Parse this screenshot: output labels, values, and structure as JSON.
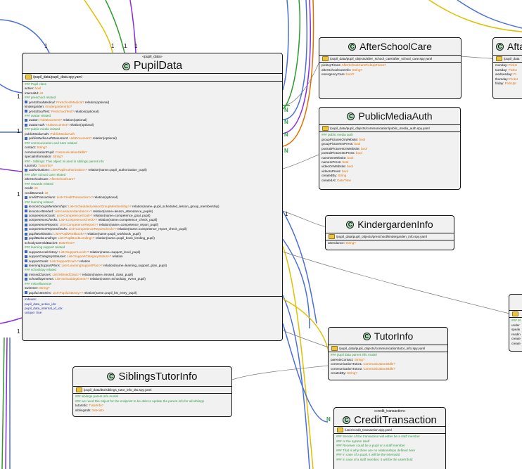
{
  "pupil_data": {
    "stereotype": "«pupil_data»",
    "name": "PupilData",
    "path": "/pupil_data/pupil_data.spy.yaml",
    "lines": [
      {
        "t": "c",
        "text": "### Pupil class"
      },
      {
        "t": "f",
        "name": "active:",
        "type": " bool"
      },
      {
        "t": "f",
        "name": "internalId:",
        "type": " int"
      },
      {
        "t": "c",
        "text": "### preschool related"
      },
      {
        "t": "r",
        "name": "preSchoolMedical:",
        "type": " PreSchoolMedical?",
        "rest": " relation(optional)"
      },
      {
        "t": "f",
        "name": "kindergarden:",
        "type": " KindergardenInfo?"
      },
      {
        "t": "r",
        "name": "preSchoolTest:",
        "type": " PreSchoolTest?",
        "rest": " relation(optional)"
      },
      {
        "t": "c",
        "text": "### avatar related"
      },
      {
        "t": "r",
        "name": "avatar:",
        "type": " HubDocument?",
        "rest": " relation(optional)"
      },
      {
        "t": "r",
        "name": "avatarAuth:",
        "type": " HubDocument?",
        "rest": " relation(optional)"
      },
      {
        "t": "c",
        "text": "### public media related"
      },
      {
        "t": "f",
        "name": "publicMediaAuth:",
        "type": " PublicMediaAuth"
      },
      {
        "t": "r",
        "name": "publicMediaAuthDocument:",
        "type": " HubDocument?",
        "rest": " relation(optional)"
      },
      {
        "t": "c",
        "text": "### communication and tutor related"
      },
      {
        "t": "f",
        "name": "contact:",
        "type": " String?"
      },
      {
        "t": "f",
        "name": "communicationPupil:",
        "type": " CommunicationSkills?"
      },
      {
        "t": "f",
        "name": "specialInformation:",
        "type": " String?"
      },
      {
        "t": "c",
        "text": "### - Siblings: This object is used in siblings parent info"
      },
      {
        "t": "f",
        "name": "tutorInfo:",
        "type": " TutorInfo?"
      },
      {
        "t": "r",
        "name": "authorizations:",
        "type": " List<PupilAuthorization>?",
        "rest": " relation(name=pupil_authorization_pupil)"
      },
      {
        "t": "c",
        "text": "### after school care related"
      },
      {
        "t": "f",
        "name": "afterSchoolCare:",
        "type": " AfterSchoolCare?"
      },
      {
        "t": "c",
        "text": "### rewards related"
      },
      {
        "t": "f",
        "name": "credit:",
        "type": " int"
      },
      {
        "t": "f",
        "name": "creditEarned:",
        "type": " int"
      },
      {
        "t": "r",
        "name": "creditTransactions:",
        "type": " List<CreditTransaction>?",
        "rest": " relation(optional)"
      },
      {
        "t": "c",
        "text": "### learning related"
      },
      {
        "t": "r",
        "name": "lessonGroupMemberships:",
        "type": " List<ScheduledLessonGroupMembership>?",
        "rest": " relation(name=pupil_scheduled_lesson_group_membership)"
      },
      {
        "t": "r",
        "name": "lessonsAttended:",
        "type": " List<LessonAttendance>?",
        "rest": " relation(name=lesson_attendance_pupils)"
      },
      {
        "t": "r",
        "name": "competenceGoals:",
        "type": " List<CompetenceGoal>?",
        "rest": " relation(name=competence_goal_pupil)"
      },
      {
        "t": "r",
        "name": "competenceChecks:",
        "type": " List<CompetenceCheck>?",
        "rest": " relation(name=competence_check_pupil)"
      },
      {
        "t": "r",
        "name": "competenceReports:",
        "type": " List<CompetenceReport>?",
        "rest": " relation(name=competence_report_pupil)"
      },
      {
        "t": "r",
        "name": "competenceReportChecks:",
        "type": " List<CompetenceReportCheck>?",
        "rest": " relation(name=competence_report_check_pupil)"
      },
      {
        "t": "r",
        "name": "pupilWorkbooks:",
        "type": " List<PupilWorkbook>?",
        "rest": " relation(name=pupil_workbook_pupil)"
      },
      {
        "t": "r",
        "name": "pupilBookLendings:",
        "type": " List<PupilBookLending>?",
        "rest": " relation(name=pupil_book_lending_pupil)"
      },
      {
        "t": "f",
        "name": "schoolyearHeldBackAt:",
        "type": " DateTime?"
      },
      {
        "t": "c",
        "text": "### learning support related"
      },
      {
        "t": "r",
        "name": "supportLevelHistory:",
        "type": " List<SupportLevel>?",
        "rest": " relation(name=support_level_pupil)"
      },
      {
        "t": "r",
        "name": "supportCategoryStatuses:",
        "type": " List<SupportCategoryStatus>?",
        "rest": " relation"
      },
      {
        "t": "r",
        "name": "supportGoals:",
        "type": " List<SupportGoal>?",
        "rest": " relation"
      },
      {
        "t": "r",
        "name": "learningSupportPlans:",
        "type": " List<LearningSupportPlan>?",
        "rest": " relation(name=learning_support_plan_pupil)"
      },
      {
        "t": "c",
        "text": "### schoolday related"
      },
      {
        "t": "r",
        "name": "missedClasses:",
        "type": " List<MissedClass>?",
        "rest": " relation(name=missed_class_pupil)"
      },
      {
        "t": "r",
        "name": "schooldayEvents:",
        "type": " List<SchooldayEvent>?",
        "rest": " relation(name=schoolday_event_pupil)"
      },
      {
        "t": "c",
        "text": "### miscellaneous"
      },
      {
        "t": "f",
        "name": "swimmer:",
        "type": " String?"
      },
      {
        "t": "r",
        "name": "pupilListEntries:",
        "type": " List<PupilListEntry>?",
        "rest": " relation(name=pupil_list_entry_pupil)"
      }
    ],
    "indexes": [
      "indexes:",
      "pupil_data_active_idx:",
      "pupil_data_internal_id_idx:",
      "unique: true"
    ]
  },
  "after_school_care": {
    "name": "AfterSchoolCare",
    "path": "/pupil_data/pupil_objects/after_school_care/after_school_care.spy.yaml",
    "lines": [
      {
        "t": "f",
        "name": "pickUpTimes:",
        "type": " AfterSchoolCarePickUpTimes?"
      },
      {
        "t": "f",
        "name": "afterSchoolCareInfo:",
        "type": " String?"
      },
      {
        "t": "f",
        "name": "emergencyCare:",
        "type": " bool?"
      }
    ]
  },
  "public_media_auth": {
    "name": "PublicMediaAuth",
    "path": "/pupil_data/pupil_objects/communication/public_media_auth.spy.yaml",
    "lines": [
      {
        "t": "c",
        "text": "### public media auth"
      },
      {
        "t": "f",
        "name": "groupPicturesOnWebsite:",
        "type": " bool"
      },
      {
        "t": "f",
        "name": "groupPicturesInPress:",
        "type": " bool"
      },
      {
        "t": "f",
        "name": "portraitPicturesOnWebsite:",
        "type": " bool"
      },
      {
        "t": "f",
        "name": "portraitPicturesInPress:",
        "type": " bool"
      },
      {
        "t": "f",
        "name": "nameOnWebsite:",
        "type": " bool"
      },
      {
        "t": "f",
        "name": "nameInPress:",
        "type": " bool"
      },
      {
        "t": "f",
        "name": "videoOnWebsite:",
        "type": " bool"
      },
      {
        "t": "f",
        "name": "videoInPress:",
        "type": " bool"
      },
      {
        "t": "f",
        "name": "createdBy:",
        "type": " String"
      },
      {
        "t": "f",
        "name": "createdAt:",
        "type": " DateTime"
      }
    ]
  },
  "kindergarden_info": {
    "name": "KindergardenInfo",
    "path": "/pupil_data/pupil_objects/preschool/kindergarden_info.spy.yaml",
    "lines": [
      {
        "t": "f",
        "name": "attendance:",
        "type": " String?"
      }
    ]
  },
  "tutor_info": {
    "name": "TutorInfo",
    "path": "/pupil_data/pupil_objects/communication/tutor_info.spy.yaml",
    "lines": [
      {
        "t": "c",
        "text": "### pupil data parent info model"
      },
      {
        "t": "f",
        "name": "parentsContact:",
        "type": " String?"
      },
      {
        "t": "f",
        "name": "communicationTutor1:",
        "type": " CommunicationSkills?"
      },
      {
        "t": "f",
        "name": "communicationTutor2:",
        "type": " CommunicationSkills?"
      },
      {
        "t": "f",
        "name": "createdBy:",
        "type": " String?"
      }
    ]
  },
  "siblings_tutor_info": {
    "name": "SiblingsTutorInfo",
    "path": "/pupil_data/dto/siblings_tutor_info_dto.spy.yaml",
    "lines": [
      {
        "t": "c",
        "text": "### siblings parent info model"
      },
      {
        "t": "c",
        "text": "### we need this object for the endpoint to be able to update the parent info for all siblings"
      },
      {
        "t": "f",
        "name": "tutorInfo:",
        "type": " TutorInfo?"
      },
      {
        "t": "f",
        "name": "siblingsIds:",
        "type": " Set<int>"
      }
    ]
  },
  "credit_transaction": {
    "stereotype": "«credit_transaction»",
    "name": "CreditTransaction",
    "path": "/user/credit_transaction.spy.yaml",
    "lines": [
      {
        "t": "c",
        "text": "### Sender of the transaction will either be a staff member"
      },
      {
        "t": "c",
        "text": "### or the system itself"
      },
      {
        "t": "c",
        "text": "### Receiver could be a pupil or a staff member"
      },
      {
        "t": "c",
        "text": "### That is why there are no relationships defined here"
      },
      {
        "t": "c",
        "text": "### In case of a pupil, it will be the internalId"
      },
      {
        "t": "c",
        "text": "### in case of a staff member, it will be the userInfoId"
      }
    ]
  },
  "after_school_pickup_partial": {
    "name": "Afta",
    "path": "/pupil_data",
    "lines": [
      {
        "t": "f",
        "name": "monday:",
        "type": " PickU"
      },
      {
        "t": "f",
        "name": "tuesday:",
        "type": " PickU"
      },
      {
        "t": "f",
        "name": "wednesday:",
        "type": " Pi"
      },
      {
        "t": "f",
        "name": "thursday:",
        "type": " PickU"
      },
      {
        "t": "f",
        "name": "friday:",
        "type": " PickUpI"
      }
    ]
  },
  "partial_right_class": {
    "lines": [
      {
        "t": "c",
        "text": "### M"
      },
      {
        "t": "f",
        "name": "under",
        "type": ""
      },
      {
        "t": "f",
        "name": "speak",
        "type": ""
      },
      {
        "t": "f",
        "name": "readin",
        "type": ""
      },
      {
        "t": "f",
        "name": "create",
        "type": ""
      },
      {
        "t": "f",
        "name": "create",
        "type": ""
      }
    ]
  },
  "multiplicities": {
    "top_1a": "1",
    "top_1b": "1",
    "top_1c": "1",
    "top_1d": "1",
    "left_1a": "1",
    "left_1b": "1",
    "left_1c": "1",
    "left_1d": "1",
    "right_1": "1",
    "n_1": "N",
    "n_2": "N",
    "n_3": "N",
    "n_4": "N",
    "n_5": "N",
    "n_bottom": "N"
  },
  "colors": {
    "class_bg": "#f1f1f1",
    "class_border": "#181818",
    "class_icon": "#adddb7",
    "comment_green": "#2f9e44",
    "type_orange": "#e06f00",
    "relation_blue": "#3a63c7",
    "index_blue": "#23339a"
  }
}
